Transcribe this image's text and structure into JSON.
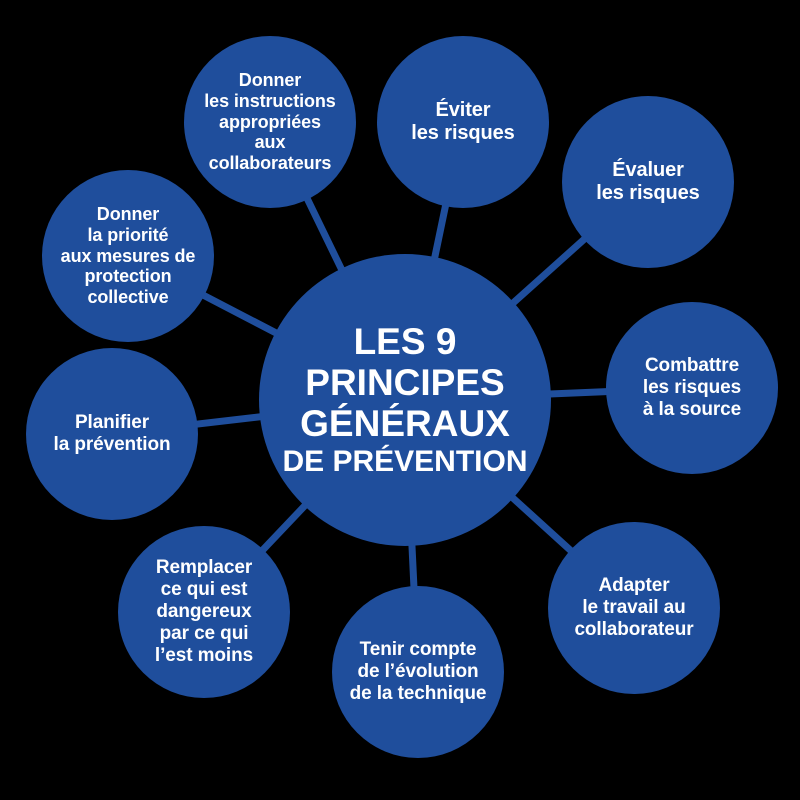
{
  "diagram": {
    "type": "hub-and-spoke",
    "background_color": "#000000",
    "node_color": "#1f4e9c",
    "text_color": "#ffffff",
    "edge_color": "#1f4e9c",
    "hub": {
      "line1": "LES 9",
      "line2": "PRINCIPES",
      "line3": "GÉNÉRAUX",
      "line4": "DE PRÉVENTION"
    },
    "principles": [
      {
        "id": 1,
        "label": "Éviter\nles risques"
      },
      {
        "id": 2,
        "label": "Évaluer\nles risques"
      },
      {
        "id": 3,
        "label": "Combattre\nles risques\nà la source"
      },
      {
        "id": 4,
        "label": "Adapter\nle travail au\ncollaborateur"
      },
      {
        "id": 5,
        "label": "Tenir compte\nde l’évolution\nde la technique"
      },
      {
        "id": 6,
        "label": "Remplacer\nce qui est\ndangereux\npar ce qui\nl’est moins"
      },
      {
        "id": 7,
        "label": "Planifier\nla prévention"
      },
      {
        "id": 8,
        "label": "Donner\nla priorité\naux mesures de\nprotection\ncollective"
      },
      {
        "id": 9,
        "label": "Donner\nles instructions\nappropriées\naux\ncollaborateurs"
      }
    ]
  }
}
